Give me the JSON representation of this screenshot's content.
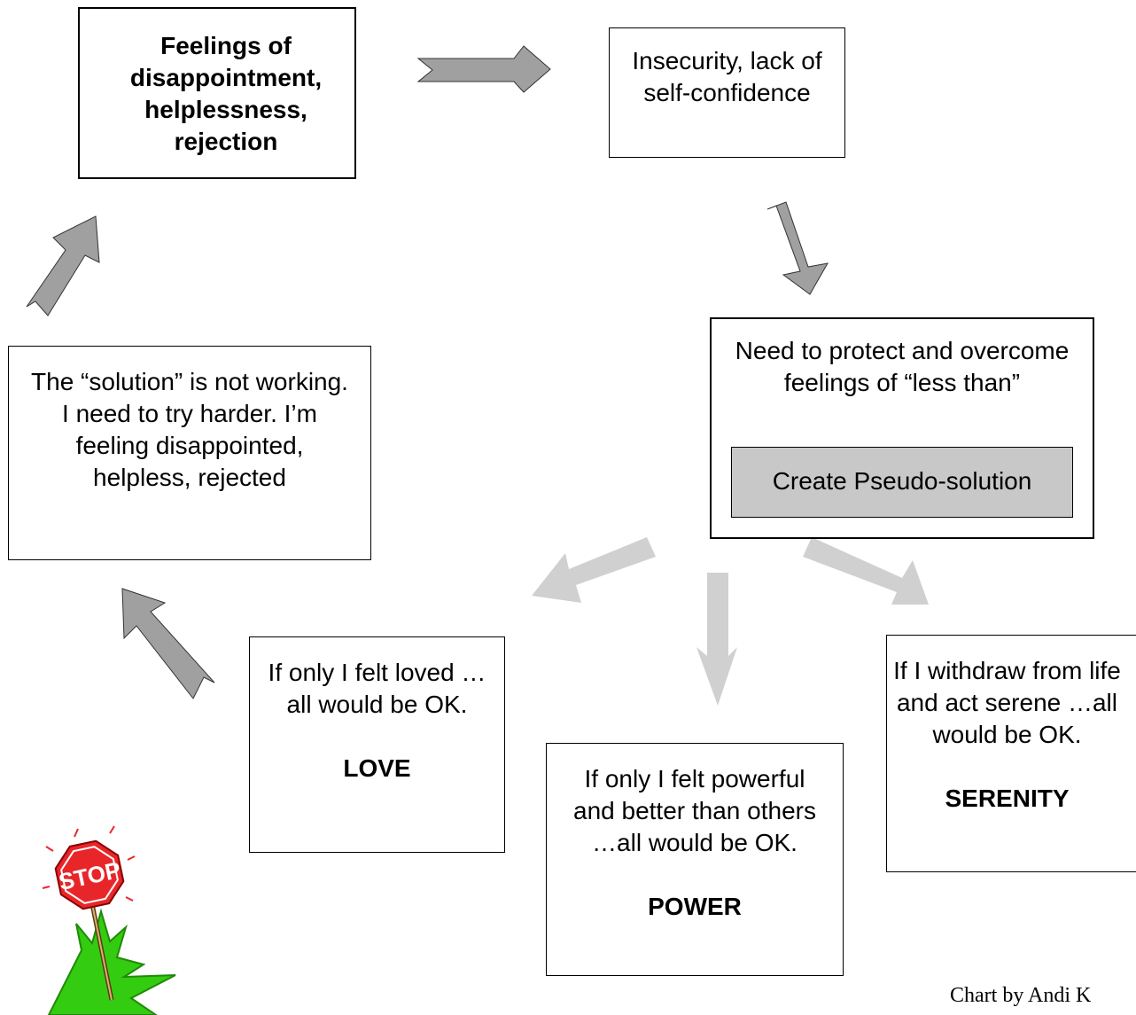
{
  "boxes": {
    "feelings": "Feelings of disappointment, helplessness, rejection",
    "insecurity": "Insecurity, lack of self-confidence",
    "need": "Need to protect and overcome feelings of “less than”",
    "pseudo_solution": "Create Pseudo-solution",
    "not_working": "The “solution” is not working.  I need to try harder.  I’m feeling disappointed, helpless, rejected",
    "love": {
      "text": "If only I felt loved …all would be OK.",
      "keyword": "LOVE"
    },
    "power": {
      "text": "If only I felt powerful and better than others …all would be OK.",
      "keyword": "POWER"
    },
    "serenity": {
      "text": "If I withdraw from life and act serene …all would be OK.",
      "keyword": "SERENITY"
    }
  },
  "stop_sign": "STOP",
  "credit": "Chart by Andi K",
  "colors": {
    "cycle_arrow": "#a0a0a0",
    "branch_arrow": "#d0d0d0",
    "pseudo_fill": "#c8c8c8",
    "stop_red": "#e8262a",
    "grass_green": "#33cc11"
  },
  "icons": [
    "stop-sign-icon"
  ]
}
